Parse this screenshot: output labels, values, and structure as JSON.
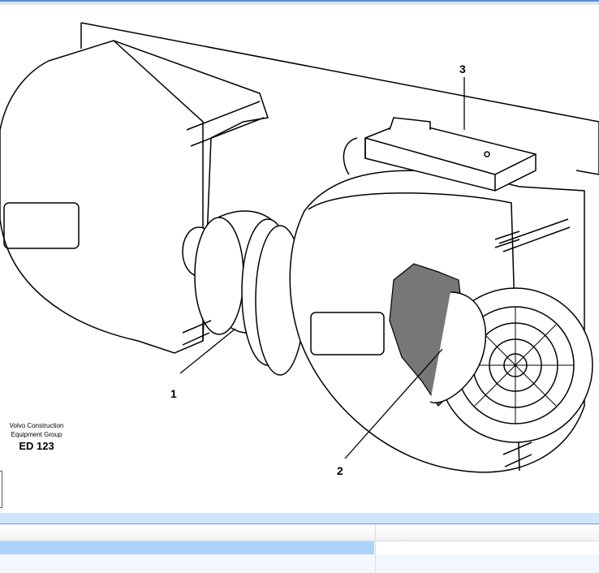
{
  "drawing": {
    "callouts": [
      "1",
      "2",
      "3"
    ],
    "credit_line1": "Volvo Construction",
    "credit_line2": "Equipment Group",
    "drawing_code": "ED 123"
  },
  "table": {
    "header": [
      "",
      ""
    ],
    "rows": [
      [
        "",
        ""
      ],
      [
        "",
        ""
      ]
    ]
  },
  "colors": {
    "selected_row": "#acd4fb",
    "band": "#d2e4fa",
    "accent": "#5b8fd6"
  }
}
